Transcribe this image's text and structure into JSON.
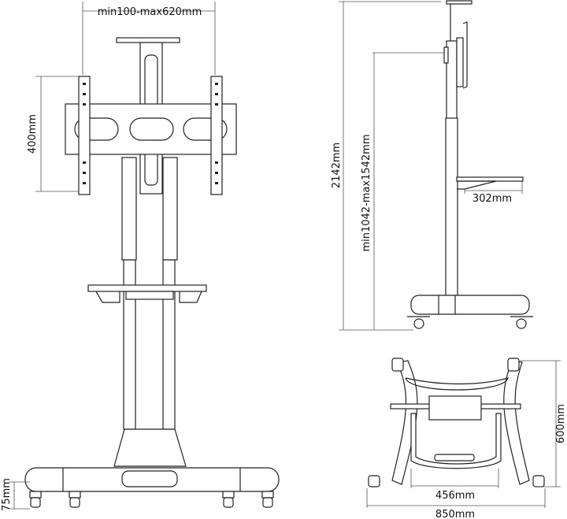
{
  "title": "Mobile TV stand dimension drawing",
  "views": {
    "front": {
      "vesa_width": "min100-max620mm",
      "vesa_height": "400mm",
      "wheel_height": "75mm"
    },
    "side": {
      "total_height": "2142mm",
      "mount_height": "min1042-max1542mm",
      "shelf_depth": "302mm"
    },
    "bottom": {
      "base_depth": "600mm",
      "inner_width": "456mm",
      "total_width": "850mm"
    }
  }
}
